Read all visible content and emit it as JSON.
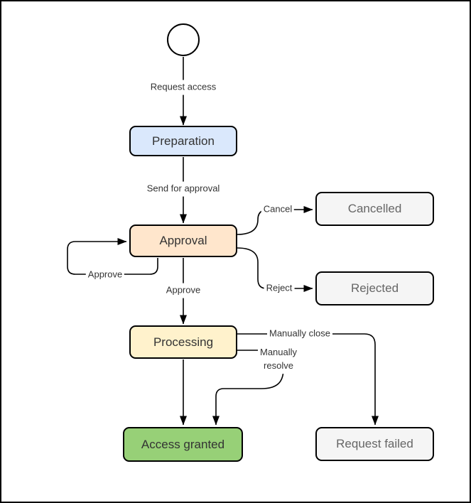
{
  "diagram": {
    "type": "state-diagram",
    "background_color": "#ffffff",
    "frame_color": "#000000",
    "edge_color": "#000000"
  },
  "nodes": {
    "start": {
      "type": "initial-state-circle",
      "fill": "#ffffff",
      "border": "#000000"
    },
    "preparation": {
      "label": "Preparation",
      "fill": "#dae8fc",
      "text_color": "#333333"
    },
    "approval": {
      "label": "Approval",
      "fill": "#ffe6cc",
      "text_color": "#333333"
    },
    "processing": {
      "label": "Processing",
      "fill": "#fff2cc",
      "text_color": "#333333"
    },
    "cancelled": {
      "label": "Cancelled",
      "fill": "#f5f5f5",
      "text_color": "#666666"
    },
    "rejected": {
      "label": "Rejected",
      "fill": "#f5f5f5",
      "text_color": "#666666"
    },
    "access_granted": {
      "label": "Access granted",
      "fill": "#97d077",
      "text_color": "#333333"
    },
    "request_failed": {
      "label": "Request failed",
      "fill": "#f5f5f5",
      "text_color": "#666666"
    }
  },
  "edge_labels": {
    "request_access": "Request access",
    "send_for_approval": "Send for approval",
    "approve_loop": "Approve",
    "approve_down": "Approve",
    "cancel": "Cancel",
    "reject": "Reject",
    "manually_close": "Manually close",
    "manually_resolve": "Manually\nresolve"
  }
}
